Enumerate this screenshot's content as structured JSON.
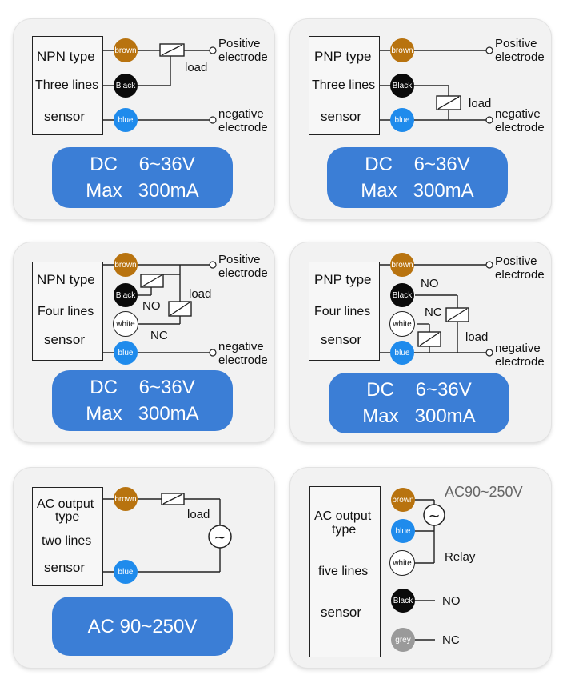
{
  "wire_colors": {
    "brown": "#b8730f",
    "black": "#0a0a0a",
    "blue": "#1f8bec",
    "white": "#ffffff",
    "grey": "#9a9a9a"
  },
  "panel_color": "#3b7ed6",
  "cards": [
    {
      "sensor": {
        "type": "NPN type",
        "lines": "Three lines",
        "word": "sensor"
      },
      "wires": {
        "brown": "brown",
        "black": "Black",
        "blue": "blue"
      },
      "labels": {
        "positive": "Positive electrode",
        "negative": "negative electrode",
        "load": "load"
      },
      "panel": {
        "line1": "DC    6~36V",
        "line2": "Max   300mA"
      }
    },
    {
      "sensor": {
        "type": "PNP type",
        "lines": "Three lines",
        "word": "sensor"
      },
      "wires": {
        "brown": "brown",
        "black": "Black",
        "blue": "blue"
      },
      "labels": {
        "positive": "Positive electrode",
        "negative": "negative electrode",
        "load": "load"
      },
      "panel": {
        "line1": "DC    6~36V",
        "line2": "Max   300mA"
      }
    },
    {
      "sensor": {
        "type": "NPN type",
        "lines": "Four lines",
        "word": "sensor"
      },
      "wires": {
        "brown": "brown",
        "black": "Black",
        "white": "white",
        "blue": "blue"
      },
      "labels": {
        "positive": "Positive electrode",
        "negative": "negative electrode",
        "load": "load",
        "no": "NO",
        "nc": "NC"
      },
      "panel": {
        "line1": "DC    6~36V",
        "line2": "Max   300mA"
      }
    },
    {
      "sensor": {
        "type": "PNP type",
        "lines": "Four lines",
        "word": "sensor"
      },
      "wires": {
        "brown": "brown",
        "black": "Black",
        "white": "white",
        "blue": "blue"
      },
      "labels": {
        "positive": "Positive electrode",
        "negative": "negative electrode",
        "load": "load",
        "no": "NO",
        "nc": "NC"
      },
      "panel": {
        "line1": "DC    6~36V",
        "line2": "Max   300mA"
      }
    },
    {
      "sensor": {
        "type1": "AC output",
        "type2": "type",
        "lines": "two lines",
        "word": "sensor"
      },
      "wires": {
        "brown": "brown",
        "blue": "blue"
      },
      "labels": {
        "load": "load",
        "ac_symbol": "~"
      },
      "panel": {
        "line1": "AC 90~250V"
      }
    },
    {
      "sensor": {
        "type1": "AC output",
        "type2": "type",
        "lines": "five lines",
        "word": "sensor"
      },
      "wires": {
        "brown": "brown",
        "blue": "blue",
        "white": "white",
        "black": "Black",
        "grey": "grey"
      },
      "labels": {
        "ac": "AC90~250V",
        "relay": "Relay",
        "no": "NO",
        "nc": "NC",
        "ac_symbol": "~"
      }
    }
  ]
}
